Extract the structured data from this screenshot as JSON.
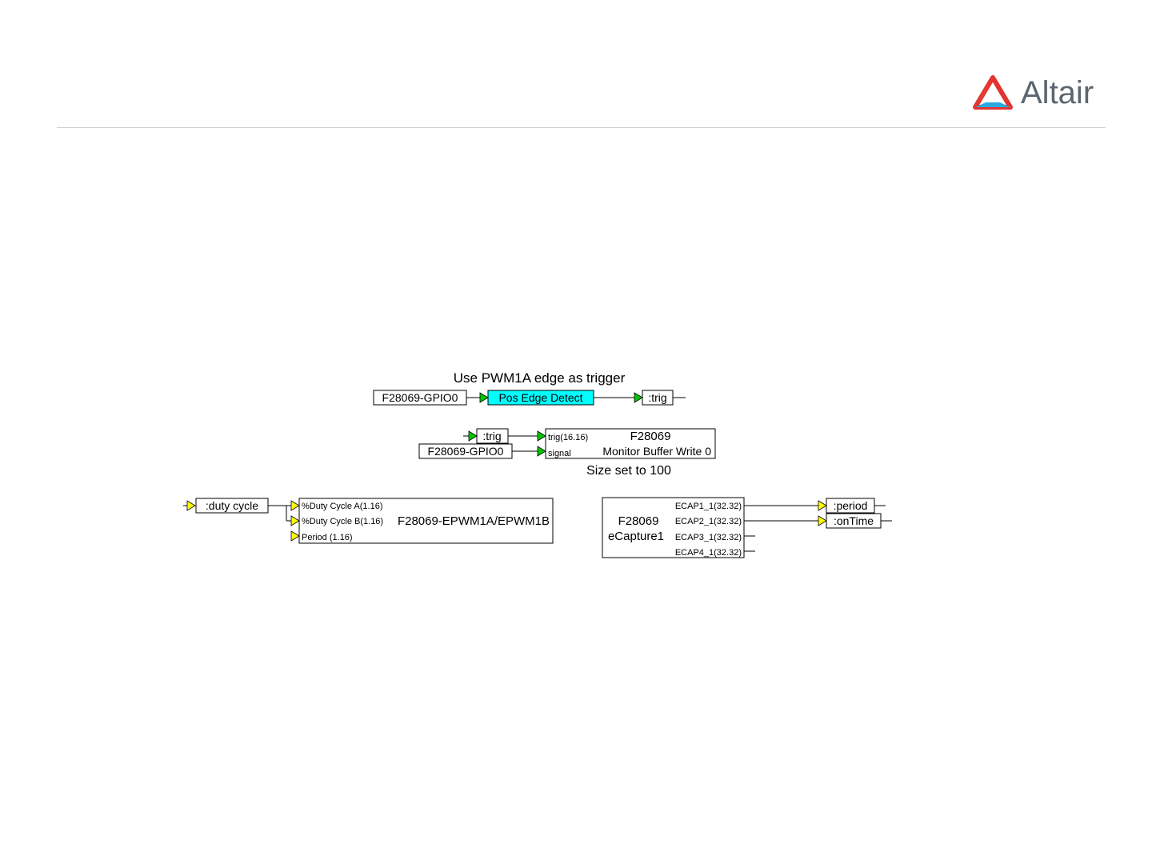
{
  "brand": {
    "name": "Altair",
    "logo_colors": [
      "#e3342f",
      "#f6a81c",
      "#2aa9e0"
    ]
  },
  "colors": {
    "block_border": "#000000",
    "highlight_block": "#00ffff",
    "green_port": "#00c800",
    "yellow_port": "#ffff00"
  },
  "diagram": {
    "title": "Use PWM1A edge as trigger",
    "row1": {
      "source": "F28069-GPIO0",
      "detector": "Pos Edge Detect",
      "out_label": ":trig"
    },
    "row2": {
      "in_label": ":trig",
      "source": "F28069-GPIO0",
      "port_trig": "trig(16.16)",
      "port_signal": "signal",
      "block_title": "F28069",
      "block_name": "Monitor Buffer Write 0",
      "caption": "Size set to 100"
    },
    "pwm": {
      "in_label": ":duty cycle",
      "port_a": "%Duty Cycle A(1.16)",
      "port_b": "%Duty Cycle B(1.16)",
      "port_period": "Period (1.16)",
      "block_name": "F28069-EPWM1A/EPWM1B"
    },
    "ecap": {
      "block_title": "F28069",
      "block_name": "eCapture1",
      "ports": [
        "ECAP1_1(32.32)",
        "ECAP2_1(32.32)",
        "ECAP3_1(32.32)",
        "ECAP4_1(32.32)"
      ],
      "out_period": ":period",
      "out_ontime": ":onTime"
    }
  }
}
